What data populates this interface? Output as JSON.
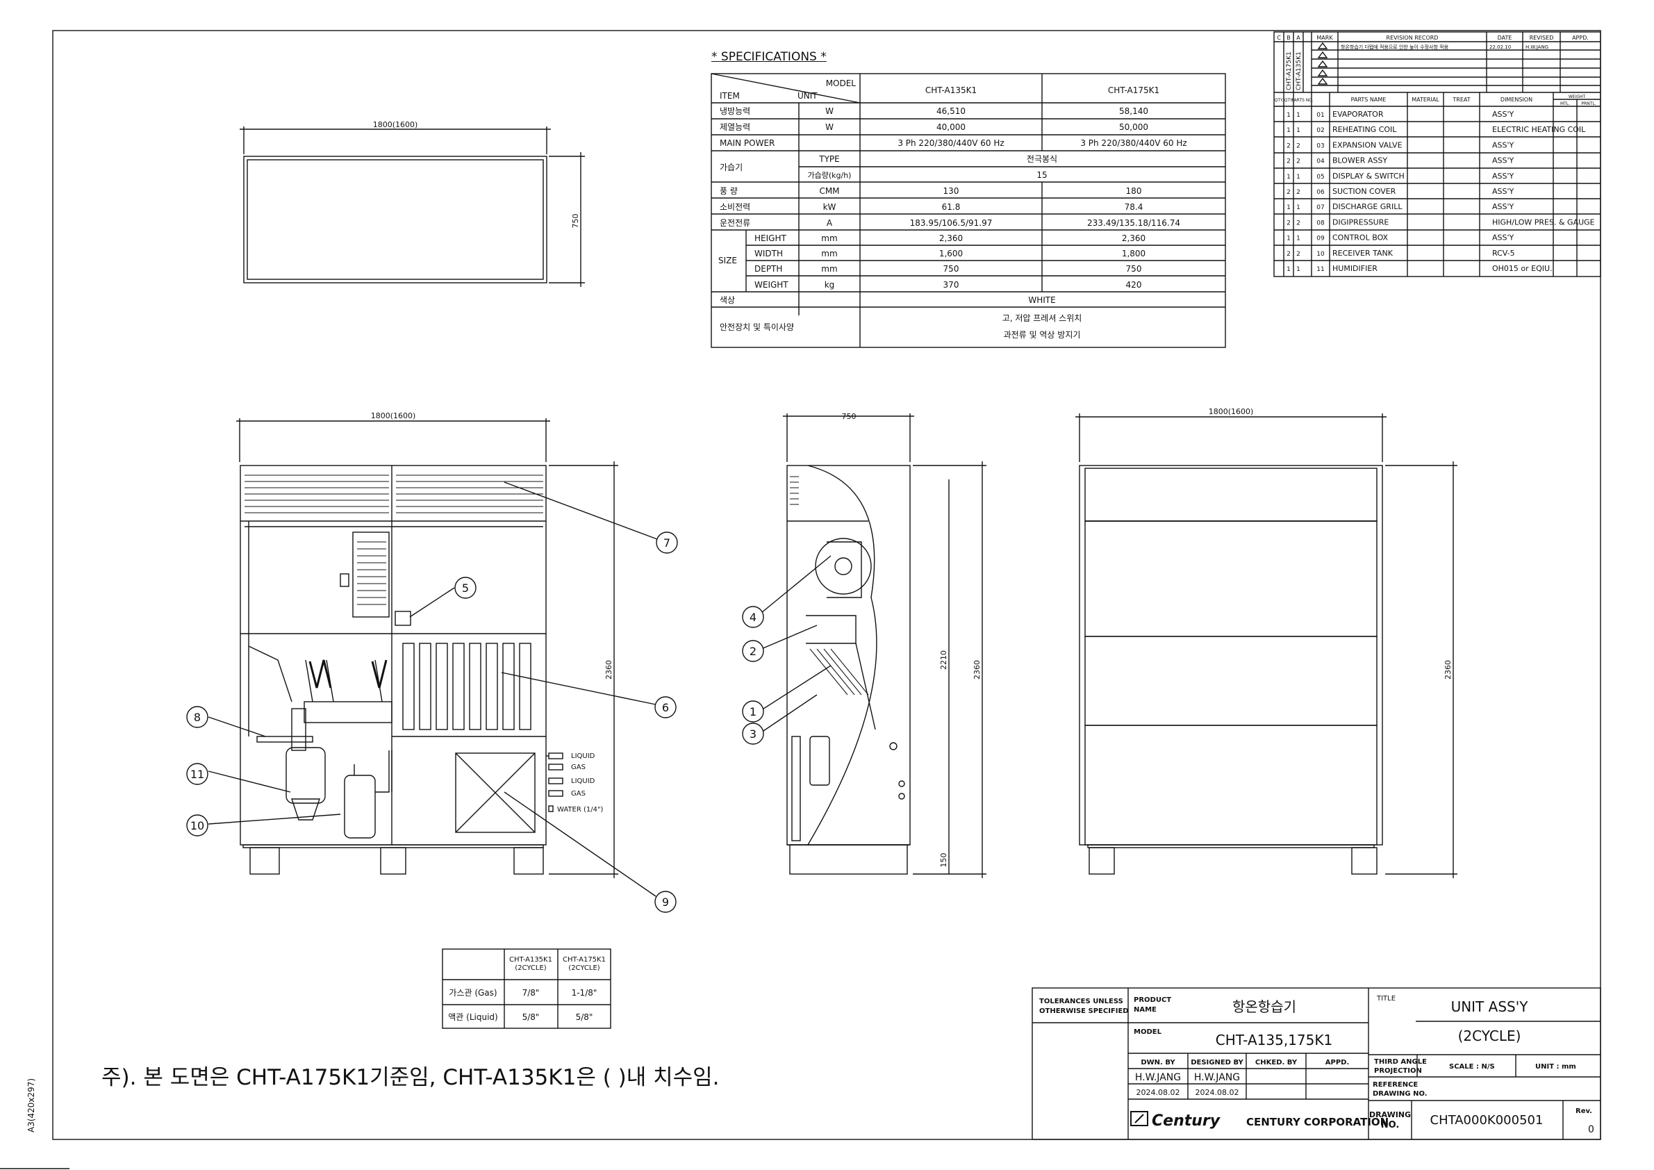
{
  "specifications": {
    "heading": "* SPECIFICATIONS *",
    "header": {
      "model": "MODEL",
      "item": "ITEM",
      "unit": "UNIT",
      "models": [
        "CHT-A135K1",
        "CHT-A175K1"
      ]
    },
    "rows": [
      {
        "item": "냉방능력",
        "unit": "W",
        "a": "46,510",
        "b": "58,140"
      },
      {
        "item": "제열능력",
        "unit": "W",
        "a": "40,000",
        "b": "50,000"
      },
      {
        "item": "MAIN POWER",
        "unit": "",
        "a": "3 Ph  220/380/440V  60 Hz",
        "b": "3 Ph 220/380/440V  60 Hz"
      },
      {
        "group": "가습기",
        "sub": "TYPE",
        "both": "전극봉식"
      },
      {
        "sub": "가습량(kg/h)",
        "both": "15"
      },
      {
        "item": "풍     량",
        "unit": "CMM",
        "a": "130",
        "b": "180"
      },
      {
        "item": "소비전력",
        "unit": "kW",
        "a": "61.8",
        "b": "78.4"
      },
      {
        "item": "운전전류",
        "unit": "A",
        "a": "183.95/106.5/91.97",
        "b": "233.49/135.18/116.74"
      },
      {
        "group": "SIZE",
        "sub": "HEIGHT",
        "unit": "mm",
        "a": "2,360",
        "b": "2,360"
      },
      {
        "sub": "WIDTH",
        "unit": "mm",
        "a": "1,600",
        "b": "1,800"
      },
      {
        "sub": "DEPTH",
        "unit": "mm",
        "a": "750",
        "b": "750"
      },
      {
        "sub": "WEIGHT",
        "unit": "kg",
        "a": "370",
        "b": "420"
      },
      {
        "item": "색상",
        "both": "WHITE"
      },
      {
        "item": "안전장치 및 특이사양",
        "lines": [
          "고, 저압 프레셔 스위치",
          "과전류 및 역상 방지기"
        ]
      }
    ]
  },
  "revision": {
    "headers": [
      "C",
      "B",
      "A",
      "MARK",
      "REVISION RECORD",
      "DATE",
      "REVISED",
      "APPD."
    ],
    "models_vertical": [
      "CHT-A175K1",
      "CHT-A135K1"
    ],
    "row1": {
      "record": "항온항습기 다탭에 적용으로 인한 높이 수정사항 적용",
      "date": "22.02.10",
      "revised": "H.W.JANG"
    }
  },
  "parts": {
    "headers": [
      "QTY.",
      "QTY.",
      "PARTS NO.",
      "PARTS NAME",
      "MATERIAL",
      "TREAT",
      "DIMENSION",
      "WEIGHT"
    ],
    "weight_sub": [
      "MTL.",
      "PRNTL."
    ],
    "rows": [
      {
        "q1": "1",
        "q2": "1",
        "no": "01",
        "name": "EVAPORATOR",
        "dim": "ASS'Y"
      },
      {
        "q1": "1",
        "q2": "1",
        "no": "02",
        "name": "REHEATING COIL",
        "dim": "ELECTRIC HEATING COIL"
      },
      {
        "q1": "2",
        "q2": "2",
        "no": "03",
        "name": "EXPANSION VALVE",
        "dim": "ASS'Y"
      },
      {
        "q1": "2",
        "q2": "2",
        "no": "04",
        "name": "BLOWER ASSY",
        "dim": "ASS'Y"
      },
      {
        "q1": "1",
        "q2": "1",
        "no": "05",
        "name": "DISPLAY & SWITCH",
        "dim": "ASS'Y"
      },
      {
        "q1": "2",
        "q2": "2",
        "no": "06",
        "name": "SUCTION COVER",
        "dim": "ASS'Y"
      },
      {
        "q1": "1",
        "q2": "1",
        "no": "07",
        "name": "DISCHARGE GRILL",
        "dim": "ASS'Y"
      },
      {
        "q1": "2",
        "q2": "2",
        "no": "08",
        "name": "DIGIPRESSURE",
        "dim": "HIGH/LOW PRES. & GAUGE"
      },
      {
        "q1": "1",
        "q2": "1",
        "no": "09",
        "name": "CONTROL BOX",
        "dim": "ASS'Y"
      },
      {
        "q1": "2",
        "q2": "2",
        "no": "10",
        "name": "RECEIVER TANK",
        "dim": "RCV-5"
      },
      {
        "q1": "1",
        "q2": "1",
        "no": "11",
        "name": "HUMIDIFIER",
        "dim": "OH015 or EQIU."
      }
    ]
  },
  "dimensions": {
    "top_width": "1800(1600)",
    "top_depth": "750",
    "front_width": "1800(1600)",
    "front_height": "2360",
    "side_depth": "750",
    "side_inner": "2210",
    "side_height": "2360",
    "side_base": "150",
    "back_width": "1800(1600)",
    "back_height": "2360"
  },
  "balloons": [
    "7",
    "5",
    "6",
    "8",
    "11",
    "10",
    "9",
    "4",
    "2",
    "1",
    "3"
  ],
  "pipe_labels": [
    "LIQUID",
    "GAS",
    "LIQUID",
    "GAS",
    "WATER (1/4\")"
  ],
  "pipe_table": {
    "cols": [
      "CHT-A135K1",
      "(2CYCLE)",
      "CHT-A175K1",
      "(2CYCLE)"
    ],
    "rows": [
      {
        "label": "가스관 (Gas)",
        "a": "7/8\"",
        "b": "1-1/8\""
      },
      {
        "label": "액관 (Liquid)",
        "a": "5/8\"",
        "b": "5/8\""
      }
    ]
  },
  "note": "주). 본 도면은 CHT-A175K1기준임, CHT-A135K1은 (    )내 치수임.",
  "sheet_size": "A3(420x297)",
  "title_block": {
    "tolerances": [
      "TOLERANCES UNLESS",
      "OTHERWISE SPECIFIED"
    ],
    "product_label": [
      "PRODUCT",
      "NAME"
    ],
    "product_name": "항온항습기",
    "model_label": "MODEL",
    "model": "CHT-A135,175K1",
    "title_label": "TITLE",
    "title": "UNIT ASS'Y",
    "subtitle": "(2CYCLE)",
    "sign_heads": [
      "DWN. BY",
      "DESIGNED BY",
      "CHKED. BY",
      "APPD."
    ],
    "dwn_by": "H.W.JANG",
    "designed_by": "H.W.JANG",
    "dwn_date": "2024.08.02",
    "designed_date": "2024.08.02",
    "projection": [
      "THIRD ANGLE",
      "PROJECTION"
    ],
    "scale": "SCALE : N/S",
    "unit": "UNIT : mm",
    "reference": [
      "REFERENCE",
      "DRAWING NO."
    ],
    "drawing_label": [
      "DRAWING",
      "NO."
    ],
    "drawing_no": "CHTA000K000501",
    "rev_label": "Rev.",
    "rev": "0",
    "logo": "Century",
    "company": "CENTURY CORPORATION"
  }
}
